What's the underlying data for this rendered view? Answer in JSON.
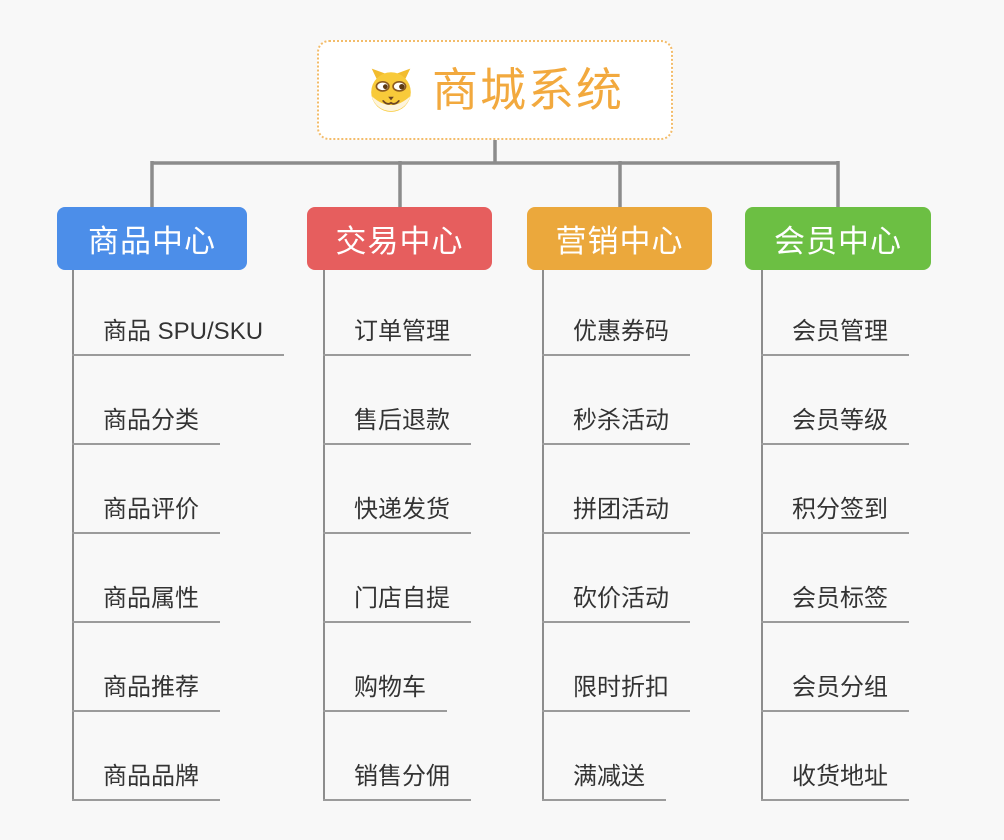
{
  "canvas": {
    "background": "#f8f8f8"
  },
  "connector_color": "#8c8c8c",
  "underline_color": "#9b9b9b",
  "root": {
    "label": "商城系统",
    "icon": "dog-face-icon",
    "text_color": "#f2a93e",
    "border_color": "#f3bc6a"
  },
  "branches": [
    {
      "label": "商品中心",
      "color": "#4c8ee9",
      "items": [
        "商品 SPU/SKU",
        "商品分类",
        "商品评价",
        "商品属性",
        "商品推荐",
        "商品品牌"
      ]
    },
    {
      "label": "交易中心",
      "color": "#e65e5e",
      "items": [
        "订单管理",
        "售后退款",
        "快递发货",
        "门店自提",
        "购物车",
        "销售分佣"
      ]
    },
    {
      "label": "营销中心",
      "color": "#eba83c",
      "items": [
        "优惠券码",
        "秒杀活动",
        "拼团活动",
        "砍价活动",
        "限时折扣",
        "满减送"
      ]
    },
    {
      "label": "会员中心",
      "color": "#6cbf43",
      "items": [
        "会员管理",
        "会员等级",
        "积分签到",
        "会员标签",
        "会员分组",
        "收货地址"
      ]
    }
  ]
}
